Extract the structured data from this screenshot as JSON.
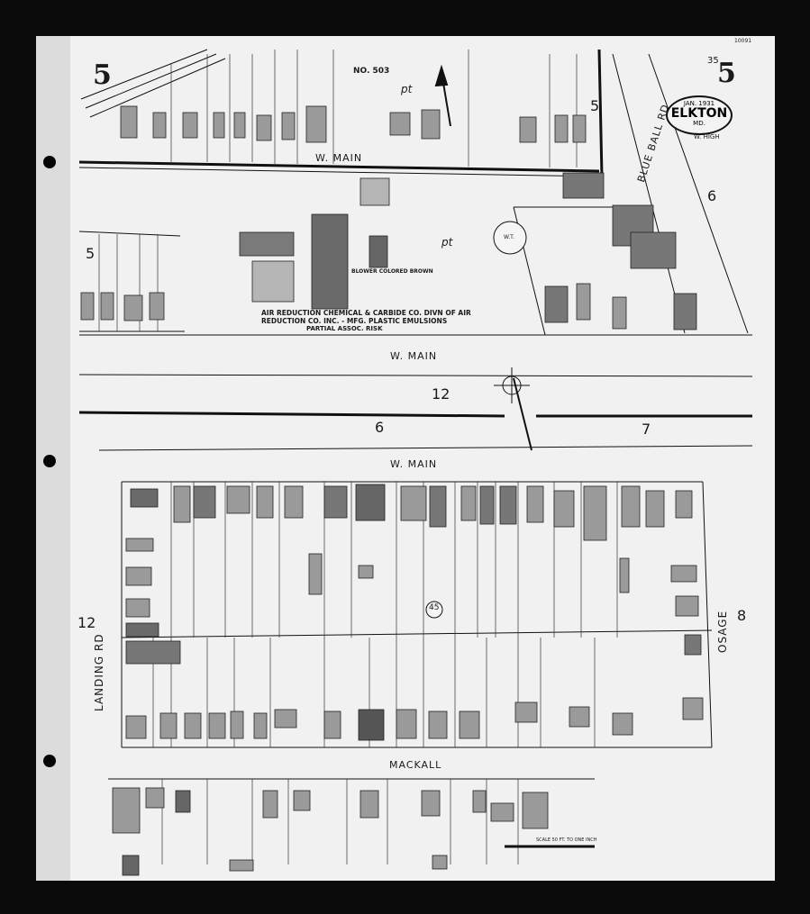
{
  "sheet": {
    "number": "5",
    "index_number": "35",
    "code": "10091"
  },
  "title_seal": {
    "date": "JAN. 1931",
    "city": "ELKTON",
    "state": "MD."
  },
  "streets": {
    "w_main_top": "W. MAIN",
    "w_main_mid": "W. MAIN",
    "w_main_low": "W. MAIN",
    "w_high": "W. HIGH",
    "blue_ball_rd": "BLUE BALL RD",
    "landing_rd": "LANDING RD",
    "osage": "OSAGE",
    "mackall": "MACKALL"
  },
  "adjacent_sheets": {
    "top_right": "5",
    "right_top": "6",
    "left_mid": "5",
    "center": "12",
    "below_left": "6",
    "below_right": "7",
    "left_low": "12",
    "right_low": "8"
  },
  "block_number": "NO. 503",
  "block_circle": "45",
  "pt_mark": "pt",
  "notes": {
    "blower": "BLOWER COLORED BROWN",
    "company_line1": "AIR REDUCTION CHEMICAL & CARBIDE CO. DIVN OF AIR",
    "company_line2": "REDUCTION CO. INC. - MFG. PLASTIC EMULSIONS",
    "company_line3": "PARTIAL ASSOC. RISK",
    "water_tank": "W.T.",
    "scale": "SCALE 50 FT. TO ONE INCH"
  }
}
